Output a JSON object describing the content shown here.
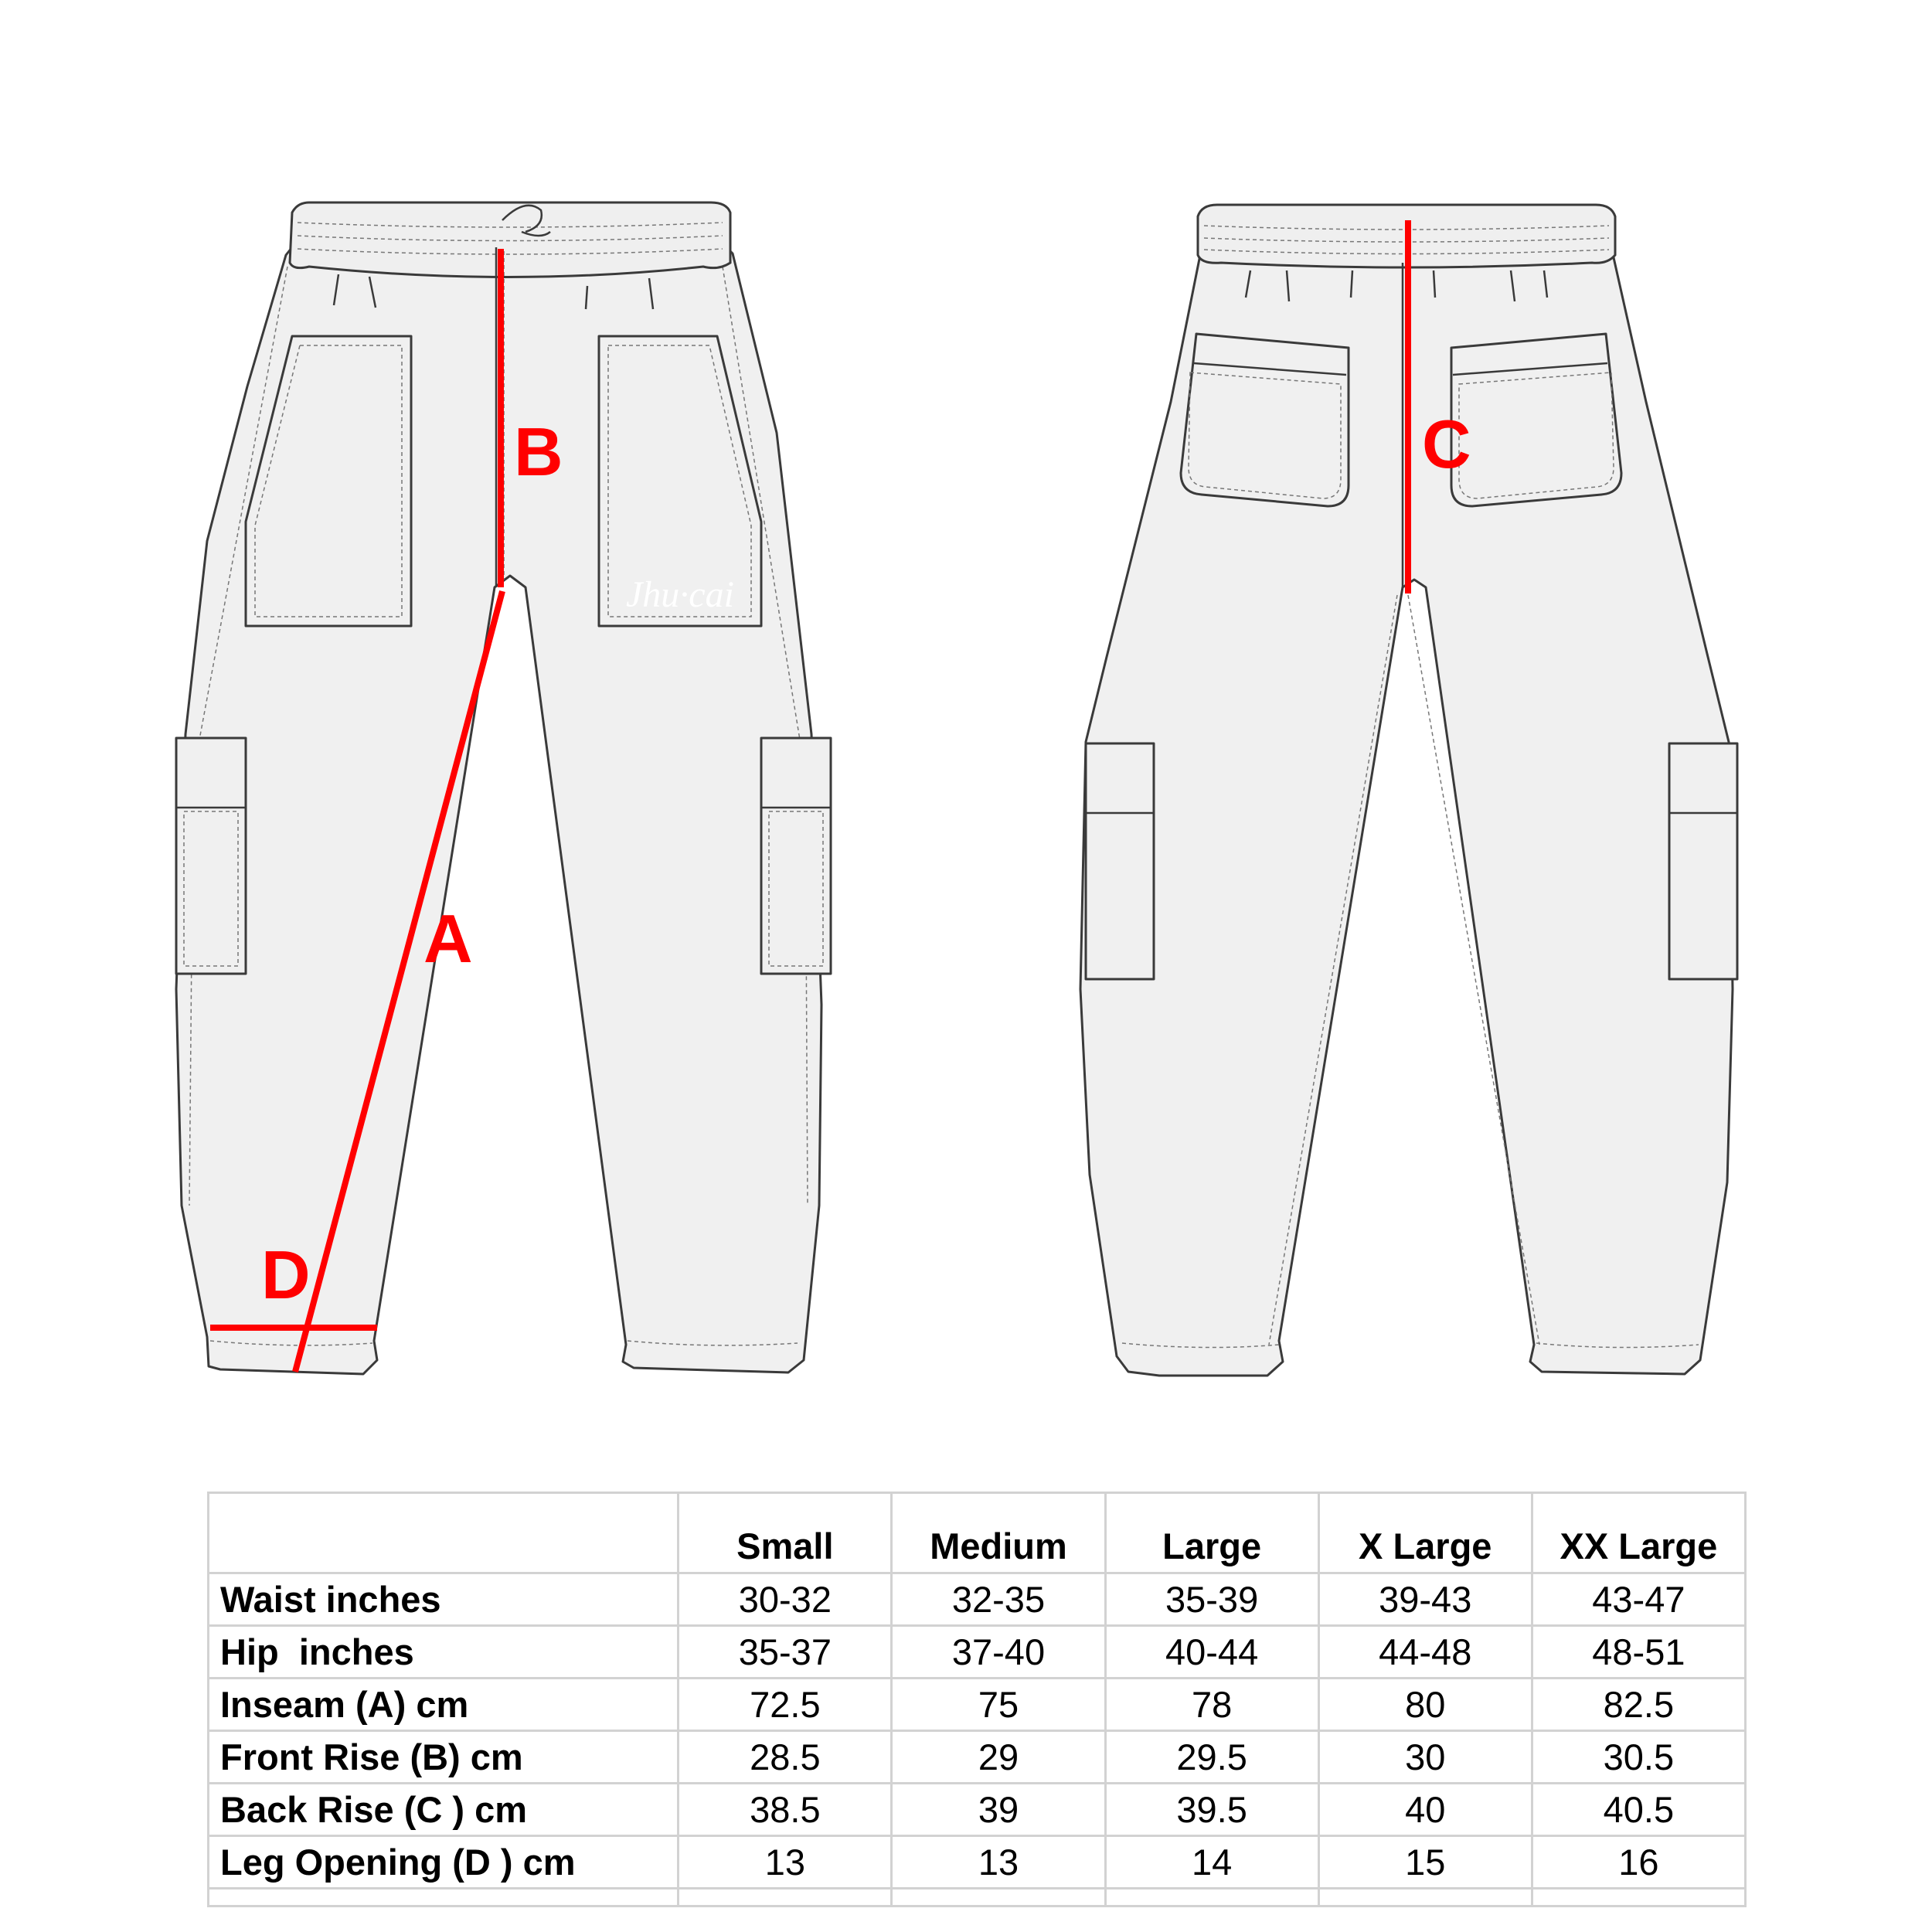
{
  "watermark": "Jhu·cai",
  "diagram_labels": {
    "A": "A",
    "B": "B",
    "C": "C",
    "D": "D"
  },
  "colors": {
    "measure": "#ff0000",
    "garment_fill": "#f0f0f0",
    "outline": "#3a3a3a",
    "grid": "#d2d2d2"
  },
  "size_chart": {
    "columns": [
      "Small",
      "Medium",
      "Large",
      "X Large",
      "XX Large"
    ],
    "rows": [
      {
        "label": "Waist inches",
        "values": [
          "30-32",
          "32-35",
          "35-39",
          "39-43",
          "43-47"
        ]
      },
      {
        "label": "Hip  inches",
        "values": [
          "35-37",
          "37-40",
          "40-44",
          "44-48",
          "48-51"
        ]
      },
      {
        "label": "Inseam (A) cm",
        "values": [
          "72.5",
          "75",
          "78",
          "80",
          "82.5"
        ]
      },
      {
        "label": "Front Rise (B) cm",
        "values": [
          "28.5",
          "29",
          "29.5",
          "30",
          "30.5"
        ]
      },
      {
        "label": "Back Rise (C ) cm",
        "values": [
          "38.5",
          "39",
          "39.5",
          "40",
          "40.5"
        ]
      },
      {
        "label": "Leg Opening (D ) cm",
        "values": [
          "13",
          "13",
          "14",
          "15",
          "16"
        ]
      }
    ]
  }
}
